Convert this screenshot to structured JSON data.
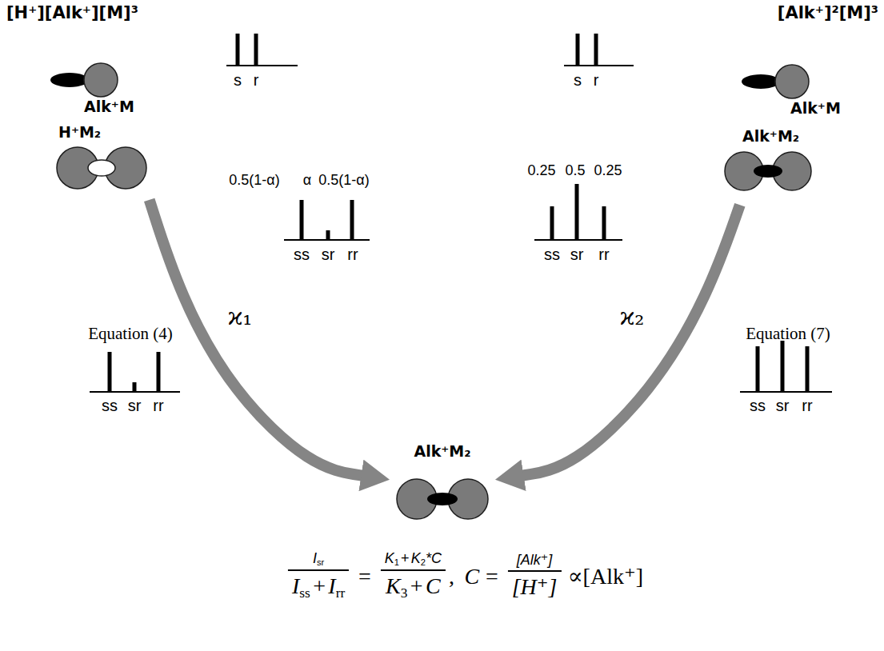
{
  "diagram": {
    "nodes": [
      {
        "text": [
          "[H⁺][Alk⁺][M]³",
          "Alk⁺M",
          "H⁺M₂"
        ]
      },
      {
        "text": [
          "[Alk⁺]²[M]³",
          "Alk⁺M",
          "Alk⁺M₂"
        ]
      },
      {
        "text": [
          "Alk⁺M₂"
        ]
      }
    ],
    "edges": [
      {
        "from": 0,
        "to": 2,
        "arrow": "to",
        "label": "ϰ₁"
      },
      {
        "from": 1,
        "to": 2,
        "arrow": "to",
        "label": "ϰ₂"
      }
    ],
    "labels": [
      "s",
      "r",
      "0.5(1-α)",
      "α",
      "0.5(1-α)",
      "ss",
      "sr",
      "rr",
      "s",
      "r",
      "0.25",
      "0.5",
      "0.25",
      "ss",
      "sr",
      "rr",
      "Equation (4)",
      "ss",
      "sr",
      "rr",
      "Equation (7)",
      "ss",
      "sr",
      "rr",
      "I",
      "sr",
      "I",
      "ss",
      "+",
      "I",
      "rr",
      "=",
      "K",
      "1",
      "+",
      "K",
      "2",
      "*C",
      "K",
      "3",
      "+",
      "C",
      ",",
      "C",
      "=",
      "[Alk⁺]",
      "[H⁺]",
      "∝[Alk⁺]"
    ]
  }
}
